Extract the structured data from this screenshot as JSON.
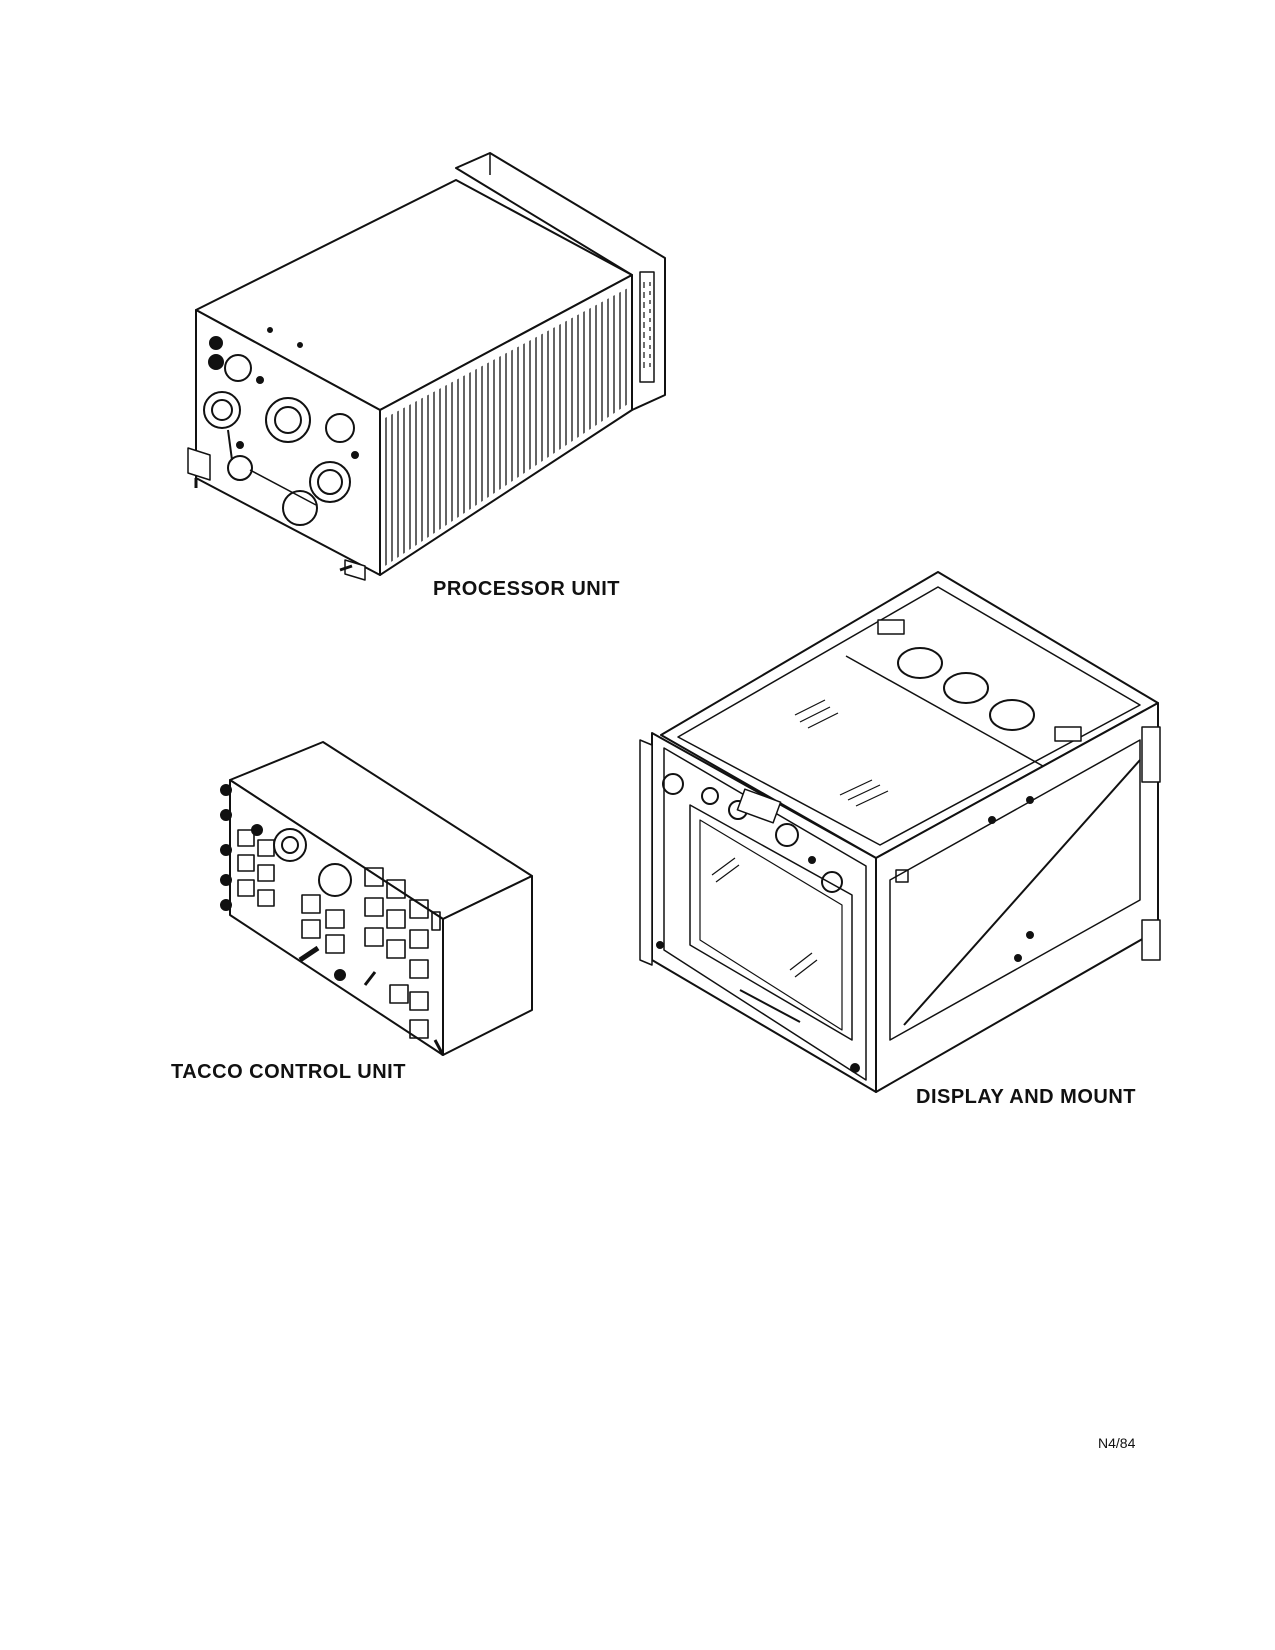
{
  "figure": {
    "components": [
      {
        "id": "processor",
        "label": "PROCESSOR UNIT",
        "icon": "processor-unit-drawing"
      },
      {
        "id": "tacco",
        "label": "TACCO CONTROL UNIT",
        "icon": "tacco-control-unit-drawing"
      },
      {
        "id": "display",
        "label": "DISPLAY AND MOUNT",
        "icon": "display-and-mount-drawing"
      }
    ],
    "page_ref": "N4/84"
  }
}
